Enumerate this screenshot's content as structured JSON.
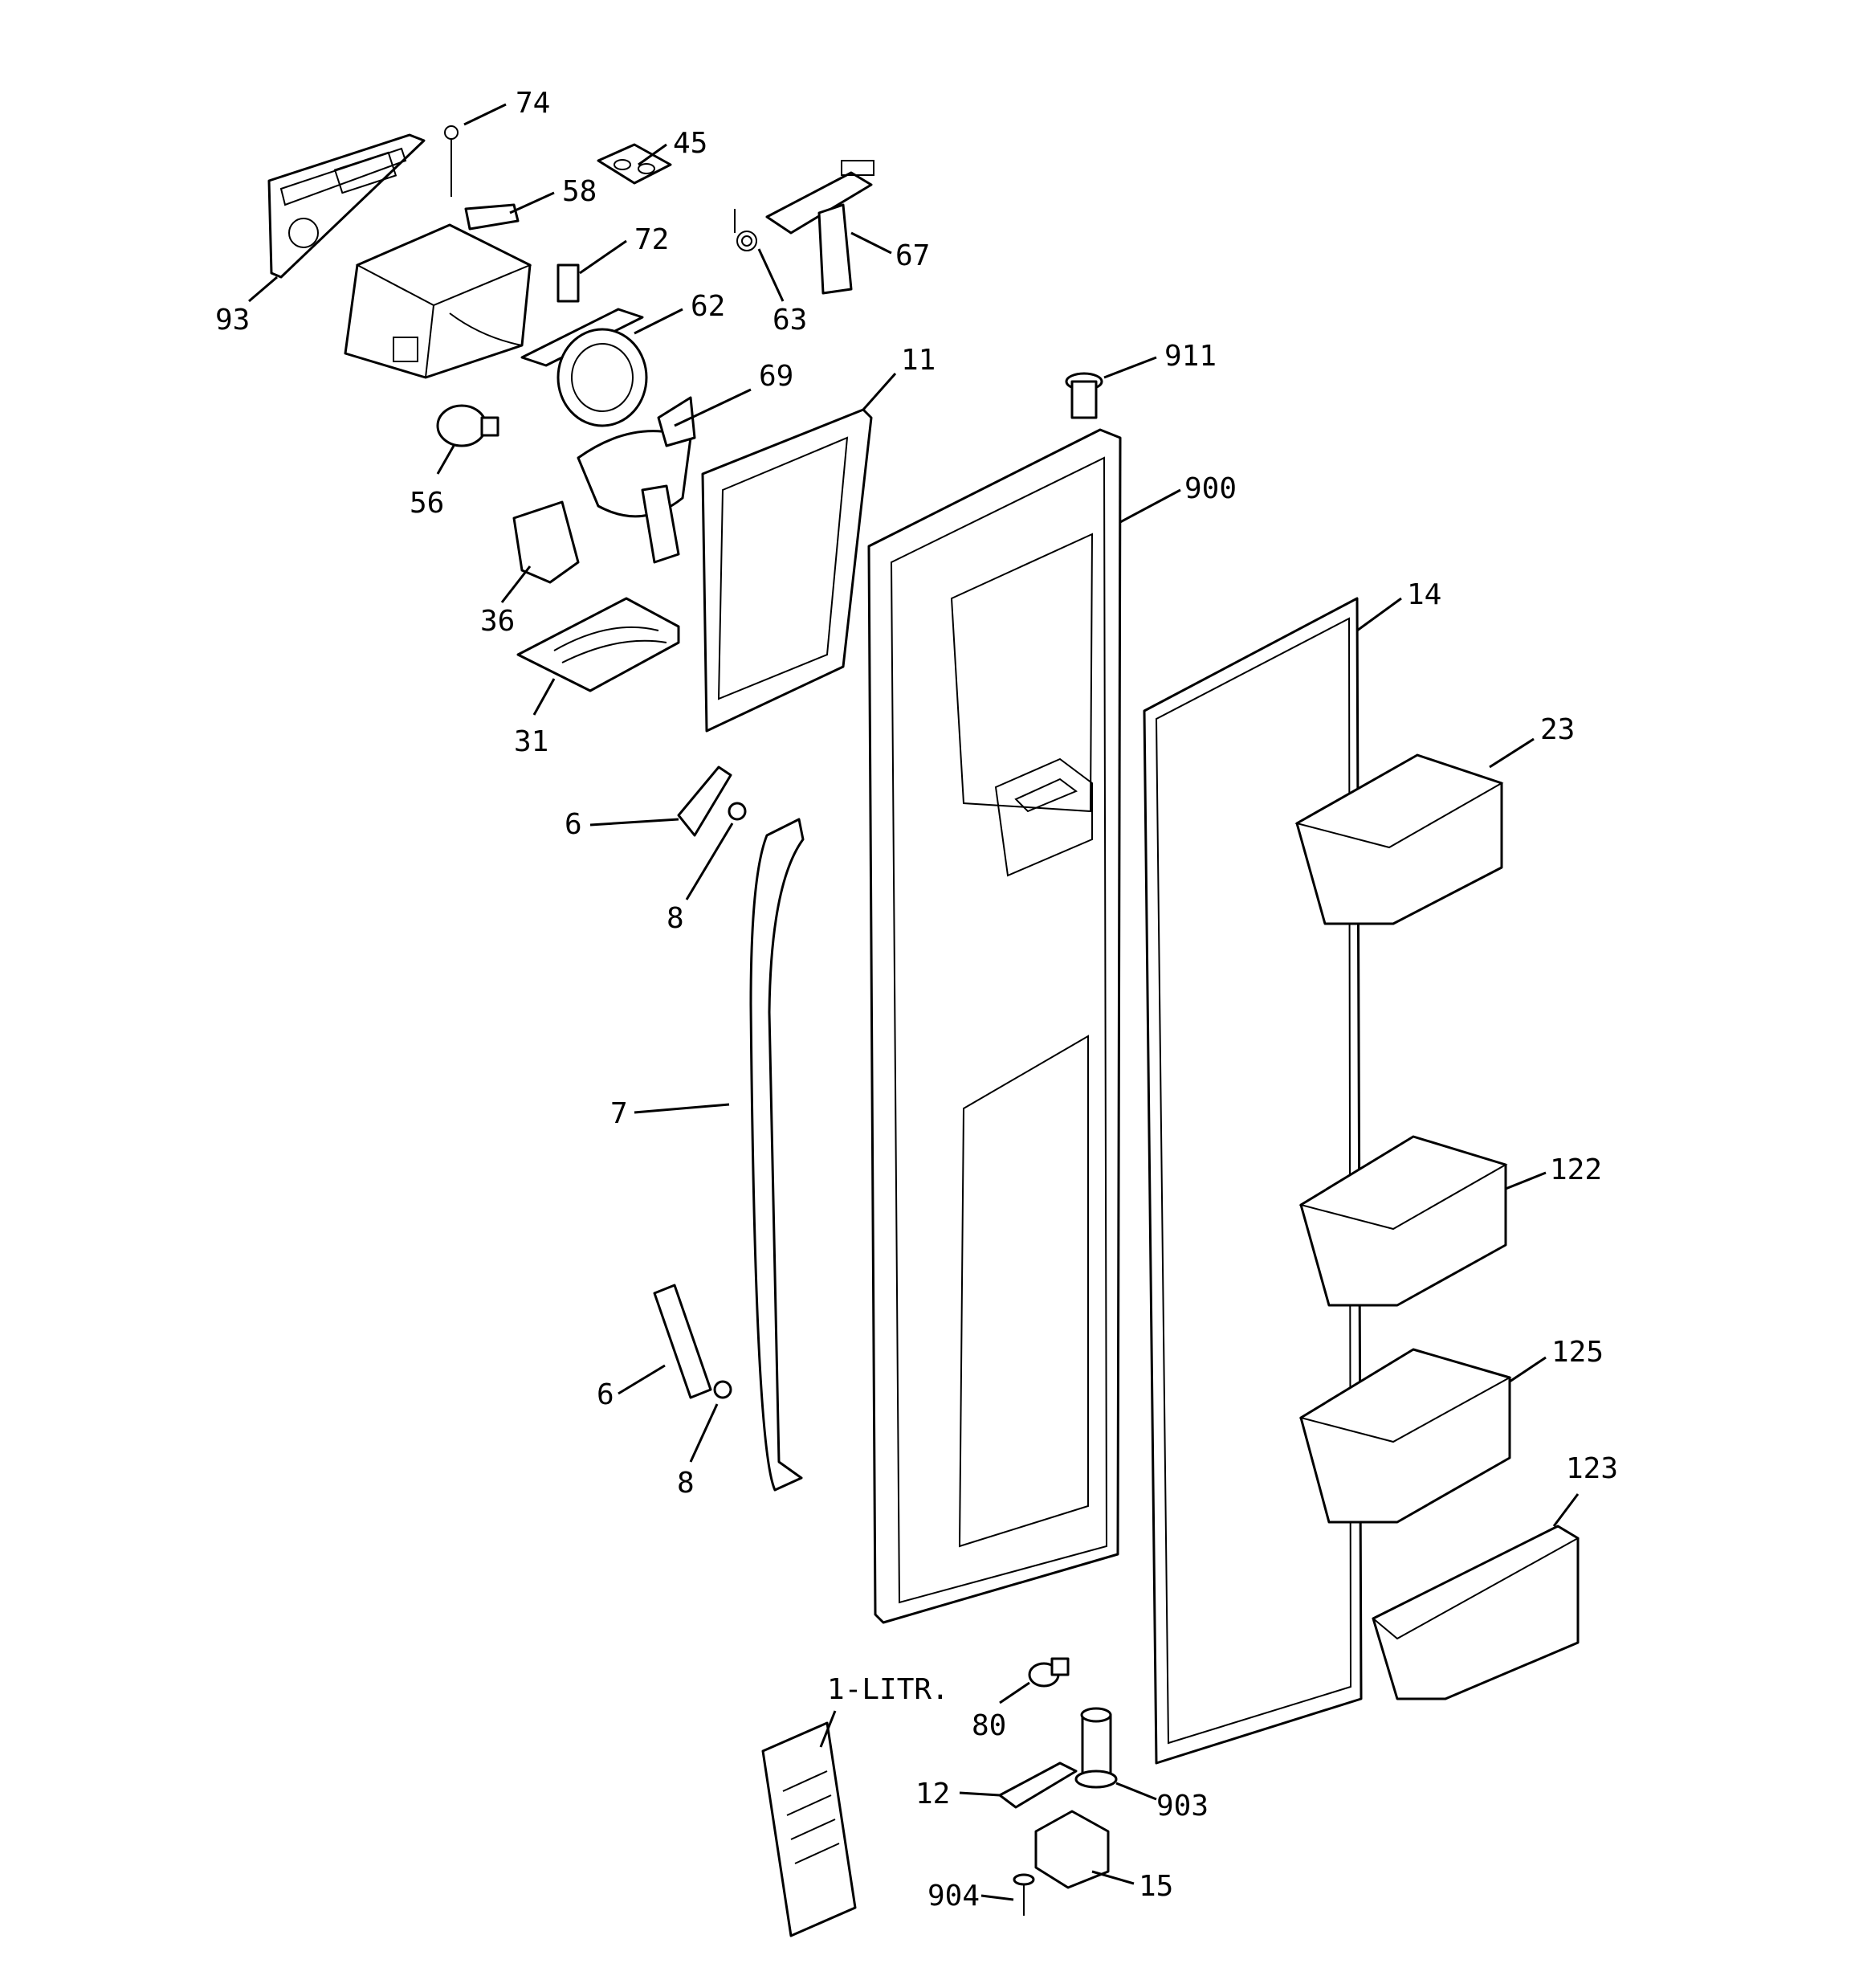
{
  "callouts": {
    "c74": "74",
    "c45": "45",
    "c58": "58",
    "c72": "72",
    "c67": "67",
    "c93": "93",
    "c62": "62",
    "c63": "63",
    "c11": "11",
    "c69": "69",
    "c911": "911",
    "c56": "56",
    "c900": "900",
    "c14": "14",
    "c36": "36",
    "c31": "31",
    "c23": "23",
    "c6a": "6",
    "c8a": "8",
    "c7": "7",
    "c122": "122",
    "c125": "125",
    "c6b": "6",
    "c8b": "8",
    "c123": "123",
    "c1litr": "1-LITR.",
    "c80": "80",
    "c12": "12",
    "c903": "903",
    "c904": "904",
    "c15": "15"
  }
}
